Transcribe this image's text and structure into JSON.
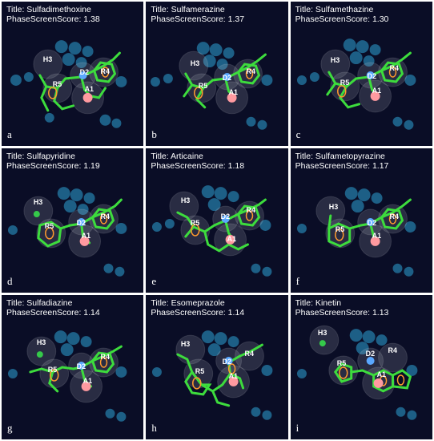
{
  "panels": [
    {
      "letter": "a",
      "title": "Title: Sulfadimethoxine",
      "score": "PhaseScreenScore: 1.38"
    },
    {
      "letter": "b",
      "title": "Title: Sulfamerazine",
      "score": "PhaseScreenScore: 1.37"
    },
    {
      "letter": "c",
      "title": "Title: Sulfamethazine",
      "score": "PhaseScreenScore: 1.30"
    },
    {
      "letter": "d",
      "title": "Title: Sulfapyridine",
      "score": "PhaseScreenScore: 1.19"
    },
    {
      "letter": "e",
      "title": "Title: Articaine",
      "score": "PhaseScreenScore: 1.18"
    },
    {
      "letter": "f",
      "title": "Title: Sulfametopyrazine",
      "score": "PhaseScreenScore: 1.17"
    },
    {
      "letter": "g",
      "title": "Title: Sulfadiazine",
      "score": "PhaseScreenScore: 1.14"
    },
    {
      "letter": "h",
      "title": "Title: Esomeprazole",
      "score": "PhaseScreenScore: 1.14"
    },
    {
      "letter": "i",
      "title": "Title: Kinetin",
      "score": "PhaseScreenScore: 1.13"
    }
  ],
  "features": {
    "h3": "H3",
    "r5": "R5",
    "d2": "D2",
    "r4": "R4",
    "a1": "A1"
  },
  "colors": {
    "background": "#0a0d26",
    "volume": "#1d5f86",
    "sphere": "#b9bcc8",
    "bond": "#3ddc3d",
    "ring": "#ff9a2e",
    "donor": "#5aa8ff",
    "acceptor": "#ff9aa0",
    "hydrophobe": "#35c94a",
    "label": "#ffffff"
  }
}
